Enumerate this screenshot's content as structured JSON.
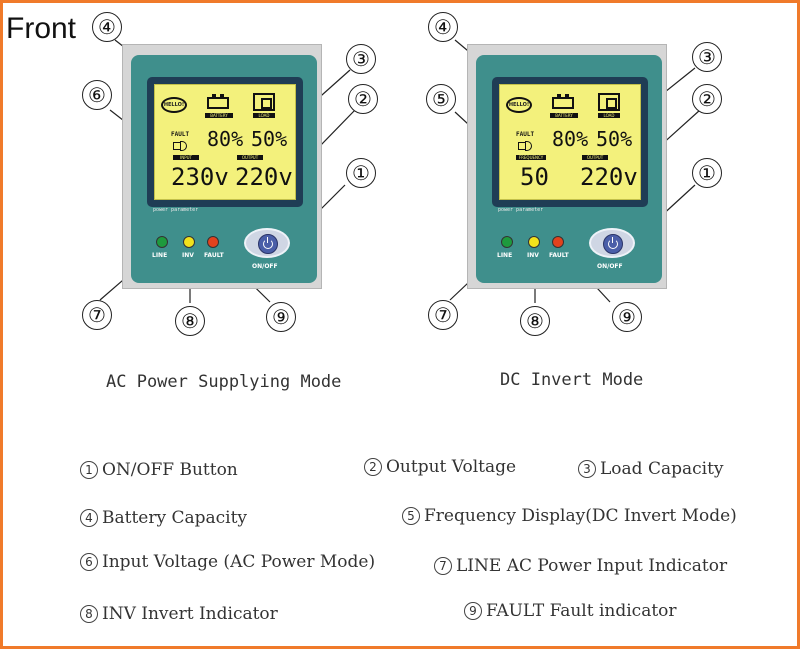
{
  "title": "Front",
  "colors": {
    "frame": "#f07a2a",
    "panel": "#3f8f8c",
    "lcd": "#f3f17c",
    "led_line": "#1e9a3d",
    "led_inv": "#f2e21b",
    "led_fault": "#e2421d"
  },
  "devices": [
    {
      "caption": "AC Power Supplying Mode",
      "lcd": {
        "hello": "HELLO!",
        "battery_label": "BATTERY",
        "load_label": "LOAD",
        "fault_label": "FAULT",
        "battery_value": "80%",
        "load_value": "50%",
        "left_label": "INPUT",
        "left_value": "230v",
        "right_label": "OUTPUT",
        "right_value": "220v"
      },
      "panel_label": "power parameter",
      "leds": [
        {
          "label": "LINE"
        },
        {
          "label": "INV"
        },
        {
          "label": "FAULT"
        }
      ],
      "button_label": "ON/OFF",
      "callouts": [
        "④",
        "③",
        "⑥",
        "②",
        "①",
        "⑦",
        "⑧",
        "⑨"
      ]
    },
    {
      "caption": "DC Invert Mode",
      "lcd": {
        "hello": "HELLO!",
        "battery_label": "BATTERY",
        "load_label": "LOAD",
        "fault_label": "FAULT",
        "battery_value": "80%",
        "load_value": "50%",
        "left_label": "FREQUENCY",
        "left_value": "50",
        "right_label": "OUTPUT",
        "right_value": "220v"
      },
      "panel_label": "power parameter",
      "leds": [
        {
          "label": "LINE"
        },
        {
          "label": "INV"
        },
        {
          "label": "FAULT"
        }
      ],
      "button_label": "ON/OFF",
      "callouts": [
        "④",
        "③",
        "⑤",
        "②",
        "①",
        "⑦",
        "⑧",
        "⑨"
      ]
    }
  ],
  "legend": [
    {
      "num": "1",
      "text": "ON/OFF Button"
    },
    {
      "num": "2",
      "text": "Output Voltage"
    },
    {
      "num": "3",
      "text": "Load Capacity"
    },
    {
      "num": "4",
      "text": "Battery Capacity"
    },
    {
      "num": "5",
      "text": "Frequency Display(DC Invert Mode)"
    },
    {
      "num": "6",
      "text": "Input Voltage (AC Power Mode)"
    },
    {
      "num": "7",
      "text": "LINE AC Power Input Indicator"
    },
    {
      "num": "8",
      "text": "INV Invert Indicator"
    },
    {
      "num": "9",
      "text": "FAULT Fault indicator"
    }
  ]
}
